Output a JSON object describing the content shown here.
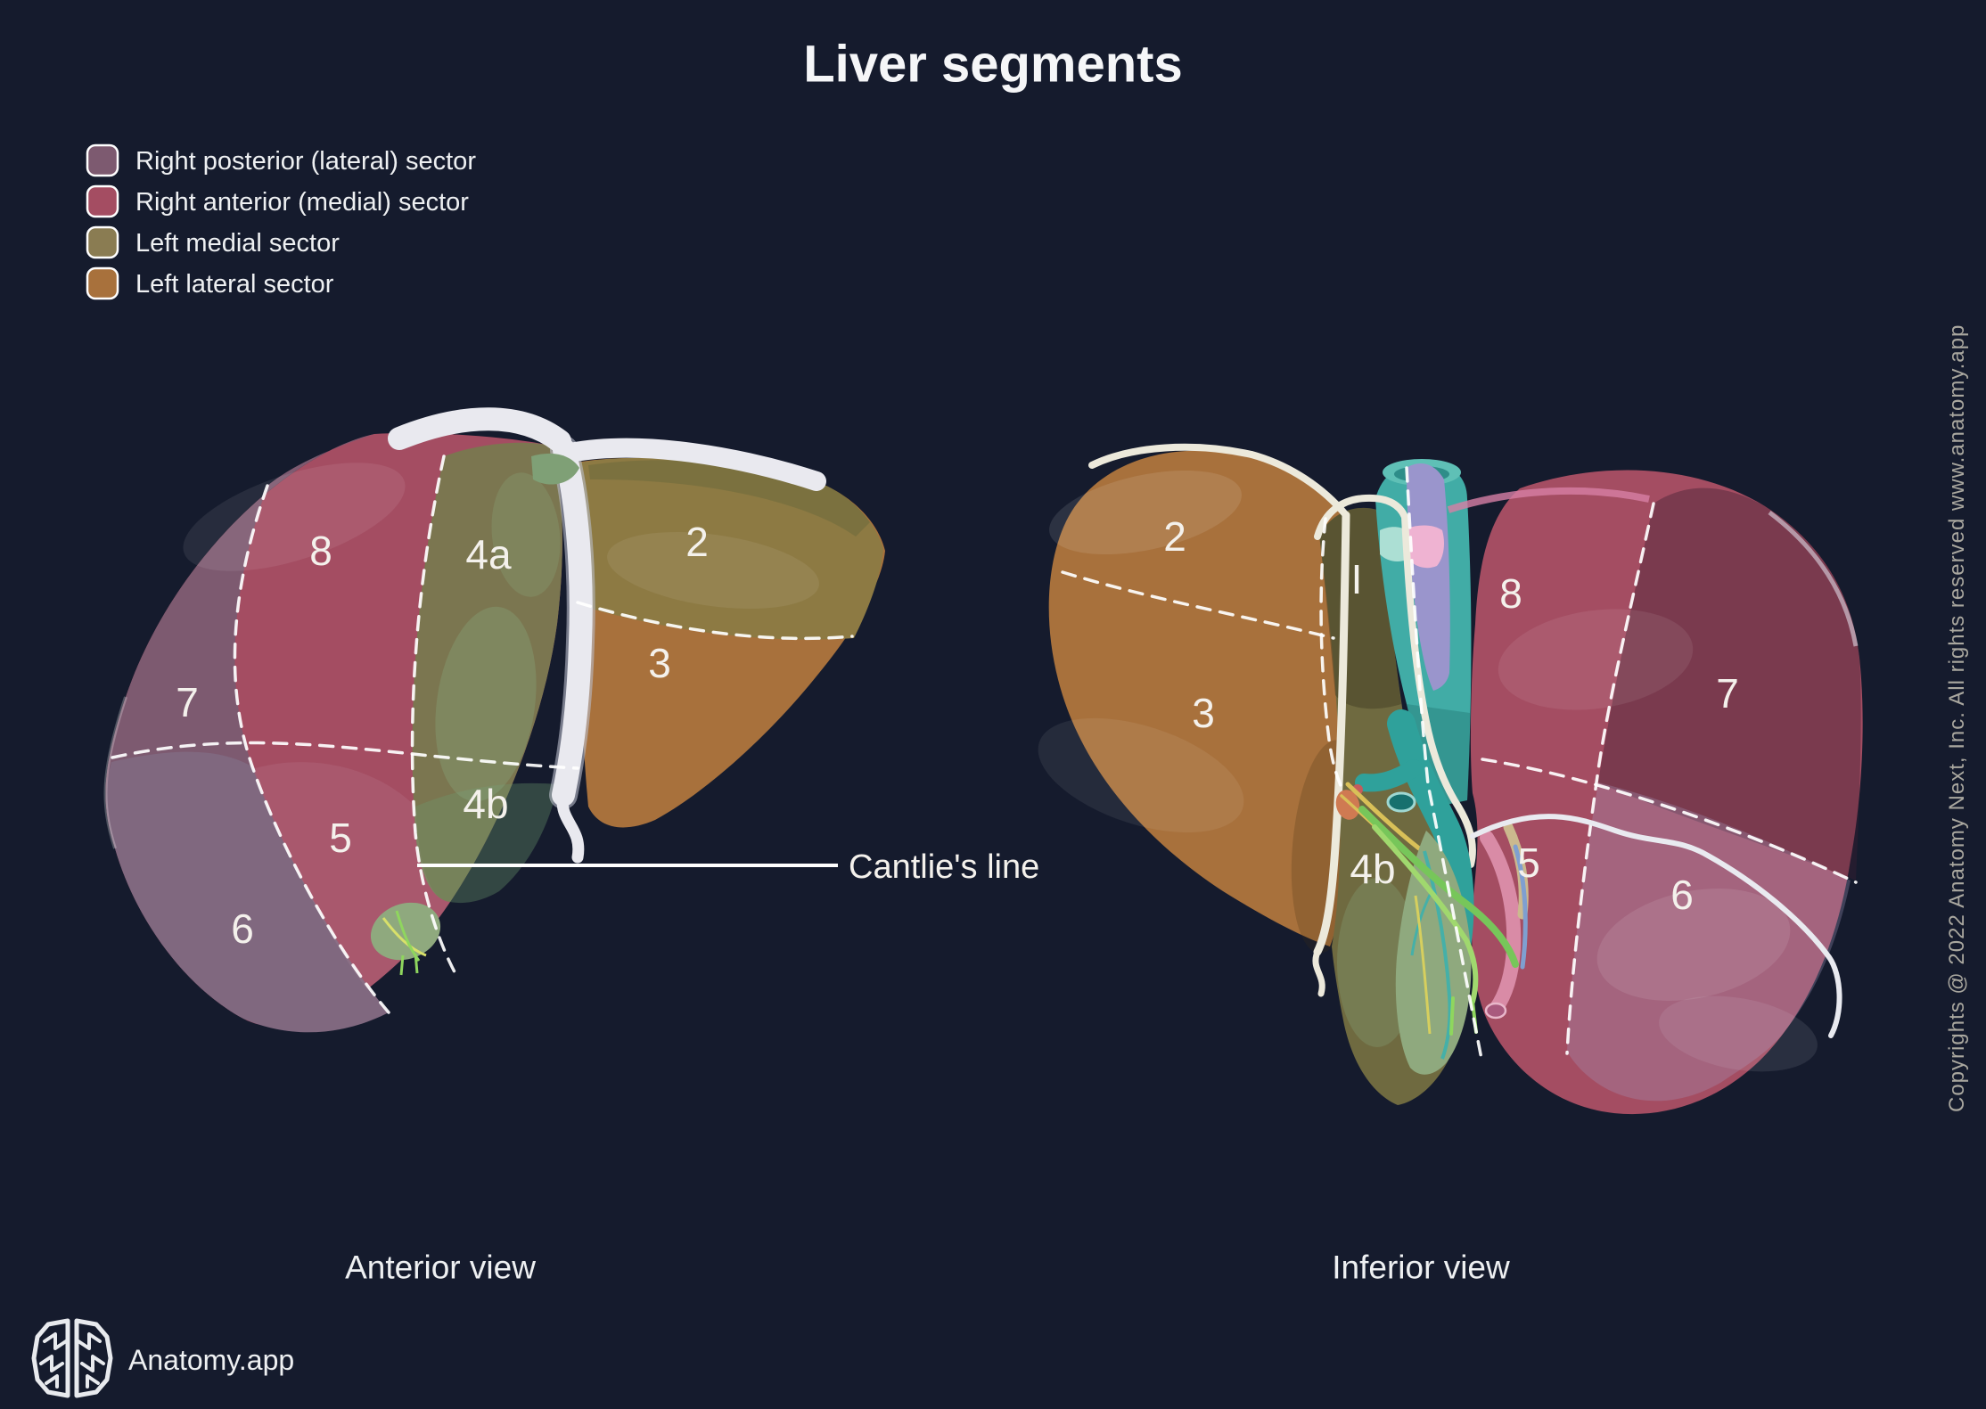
{
  "title": "Liver segments",
  "legend": [
    {
      "label": "Right posterior (lateral) sector",
      "color": "#7d5a70"
    },
    {
      "label": "Right anterior (medial) sector",
      "color": "#a44d62"
    },
    {
      "label": "Left medial sector",
      "color": "#8a7c52"
    },
    {
      "label": "Left lateral sector",
      "color": "#a8713c"
    }
  ],
  "annotation": {
    "cantlies_line": "Cantlie's line"
  },
  "anterior": {
    "caption": "Anterior view",
    "segments": {
      "s7": "7",
      "s8": "8",
      "s4a": "4a",
      "s2": "2",
      "s3": "3",
      "s4b": "4b",
      "s5": "5",
      "s6": "6"
    }
  },
  "inferior": {
    "caption": "Inferior view",
    "segments": {
      "s2": "2",
      "s1": "I",
      "s8": "8",
      "s3": "3",
      "s7": "7",
      "s4b": "4b",
      "s5": "5",
      "s6": "6"
    }
  },
  "footer": {
    "brand": "Anatomy.app"
  },
  "copyright": "Copyrights @ 2022 Anatomy Next, Inc. All rights reserved www.anatomy.app",
  "colors": {
    "background": "#151b2d",
    "right_posterior": "#7d5a70",
    "right_anterior": "#a44d62",
    "left_medial": "#7b7650",
    "left_lateral": "#a8713c",
    "caudate": "#6f6a40",
    "ivc_teal": "#41aca6",
    "lavender": "#9a95cc",
    "pink_vessel_patch": "#efb3d2",
    "portal_vein": "#2fa19b",
    "bile_duct_green": "#77c65a",
    "gallbladder": "#8fa97e",
    "ligament": "#e9e9ef"
  }
}
